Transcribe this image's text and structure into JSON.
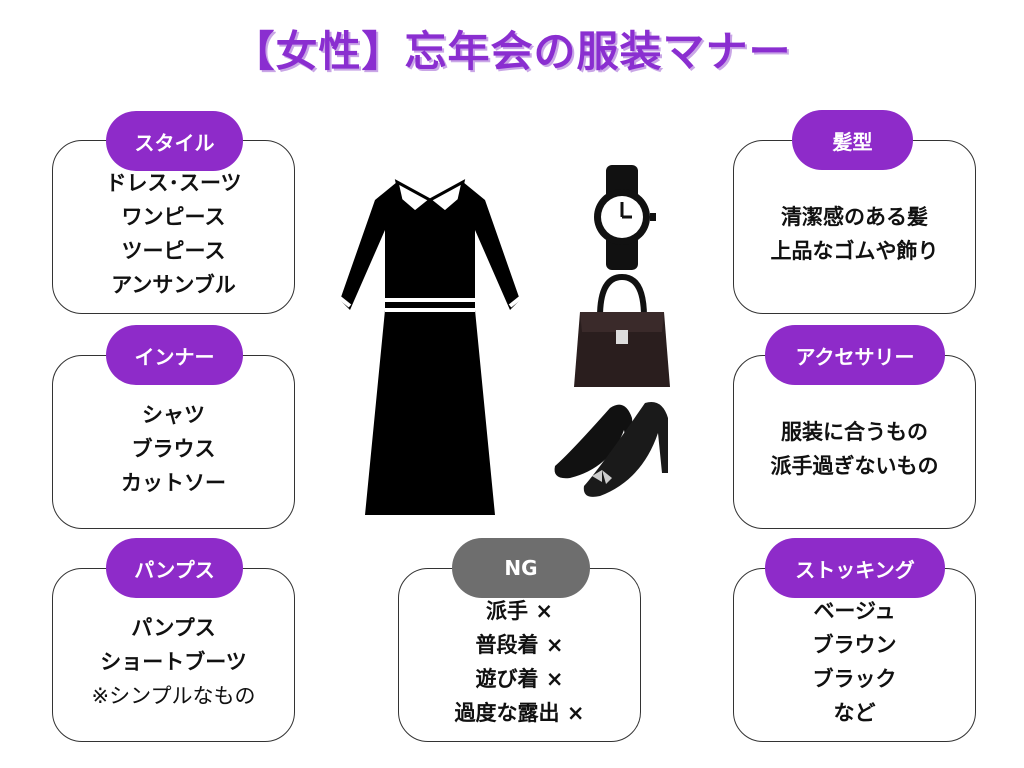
{
  "title": "【女性】忘年会の服装マナー",
  "colors": {
    "accent": "#8e2bc9",
    "ng": "#6e6e6e"
  },
  "cards": {
    "style": {
      "label": "スタイル",
      "lines": [
        "ドレス･スーツ",
        "ワンピース",
        "ツーピース",
        "アンサンブル"
      ]
    },
    "inner": {
      "label": "インナー",
      "lines": [
        "シャツ",
        "ブラウス",
        "カットソー"
      ]
    },
    "pumps": {
      "label": "パンプス",
      "lines": [
        "パンプス",
        "ショートブーツ",
        "※シンプルなもの"
      ]
    },
    "hair": {
      "label": "髪型",
      "lines": [
        "清潔感のある髪",
        "上品なゴムや飾り"
      ]
    },
    "accessory": {
      "label": "アクセサリー",
      "lines": [
        "服装に合うもの",
        "派手過ぎないもの"
      ]
    },
    "stocking": {
      "label": "ストッキング",
      "lines": [
        "ベージュ",
        "ブラウン",
        "ブラック",
        "など"
      ]
    },
    "ng": {
      "label": "NG",
      "lines": [
        "派手 ×",
        "普段着 ×",
        "遊び着 ×",
        "過度な露出 ×"
      ]
    }
  },
  "icons": [
    "dress-icon",
    "watch-icon",
    "handbag-icon",
    "high-heels-icon"
  ]
}
